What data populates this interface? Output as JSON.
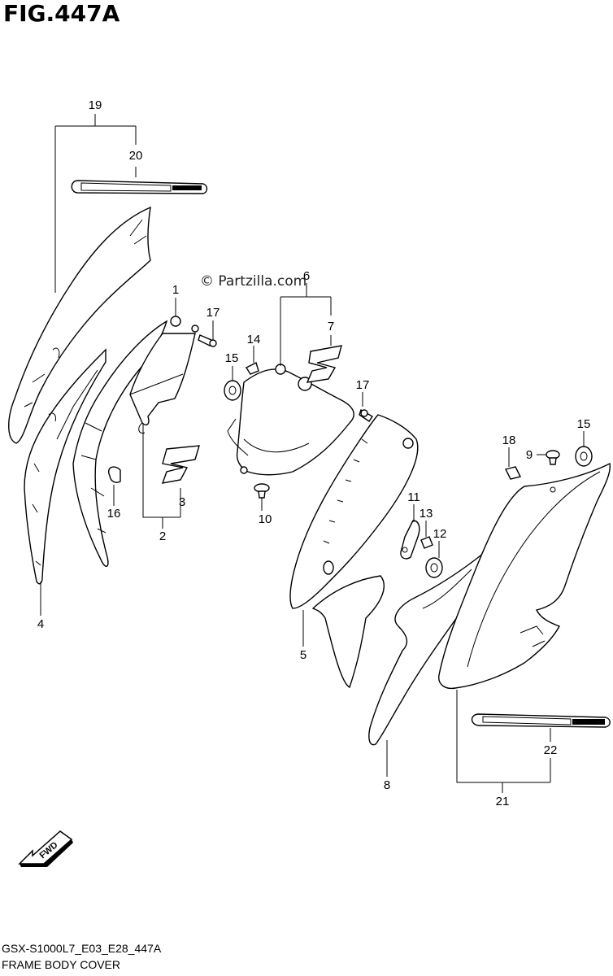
{
  "figure": {
    "title": "FIG.447A",
    "watermark": "© Partzilla.com",
    "fwd_label": "FWD",
    "footer_code": "GSX-S1000L7_E03_E28_447A",
    "footer_title": "FRAME BODY COVER"
  },
  "callouts": {
    "n1": "1",
    "n2": "2",
    "n3": "3",
    "n4": "4",
    "n5": "5",
    "n6": "6",
    "n7": "7",
    "n8": "8",
    "n9": "9",
    "n10": "10",
    "n11": "11",
    "n12": "12",
    "n13": "13",
    "n14": "14",
    "n15a": "15",
    "n15b": "15",
    "n16": "16",
    "n17a": "17",
    "n17b": "17",
    "n18": "18",
    "n19": "19",
    "n20": "20",
    "n21": "21",
    "n22": "22"
  }
}
